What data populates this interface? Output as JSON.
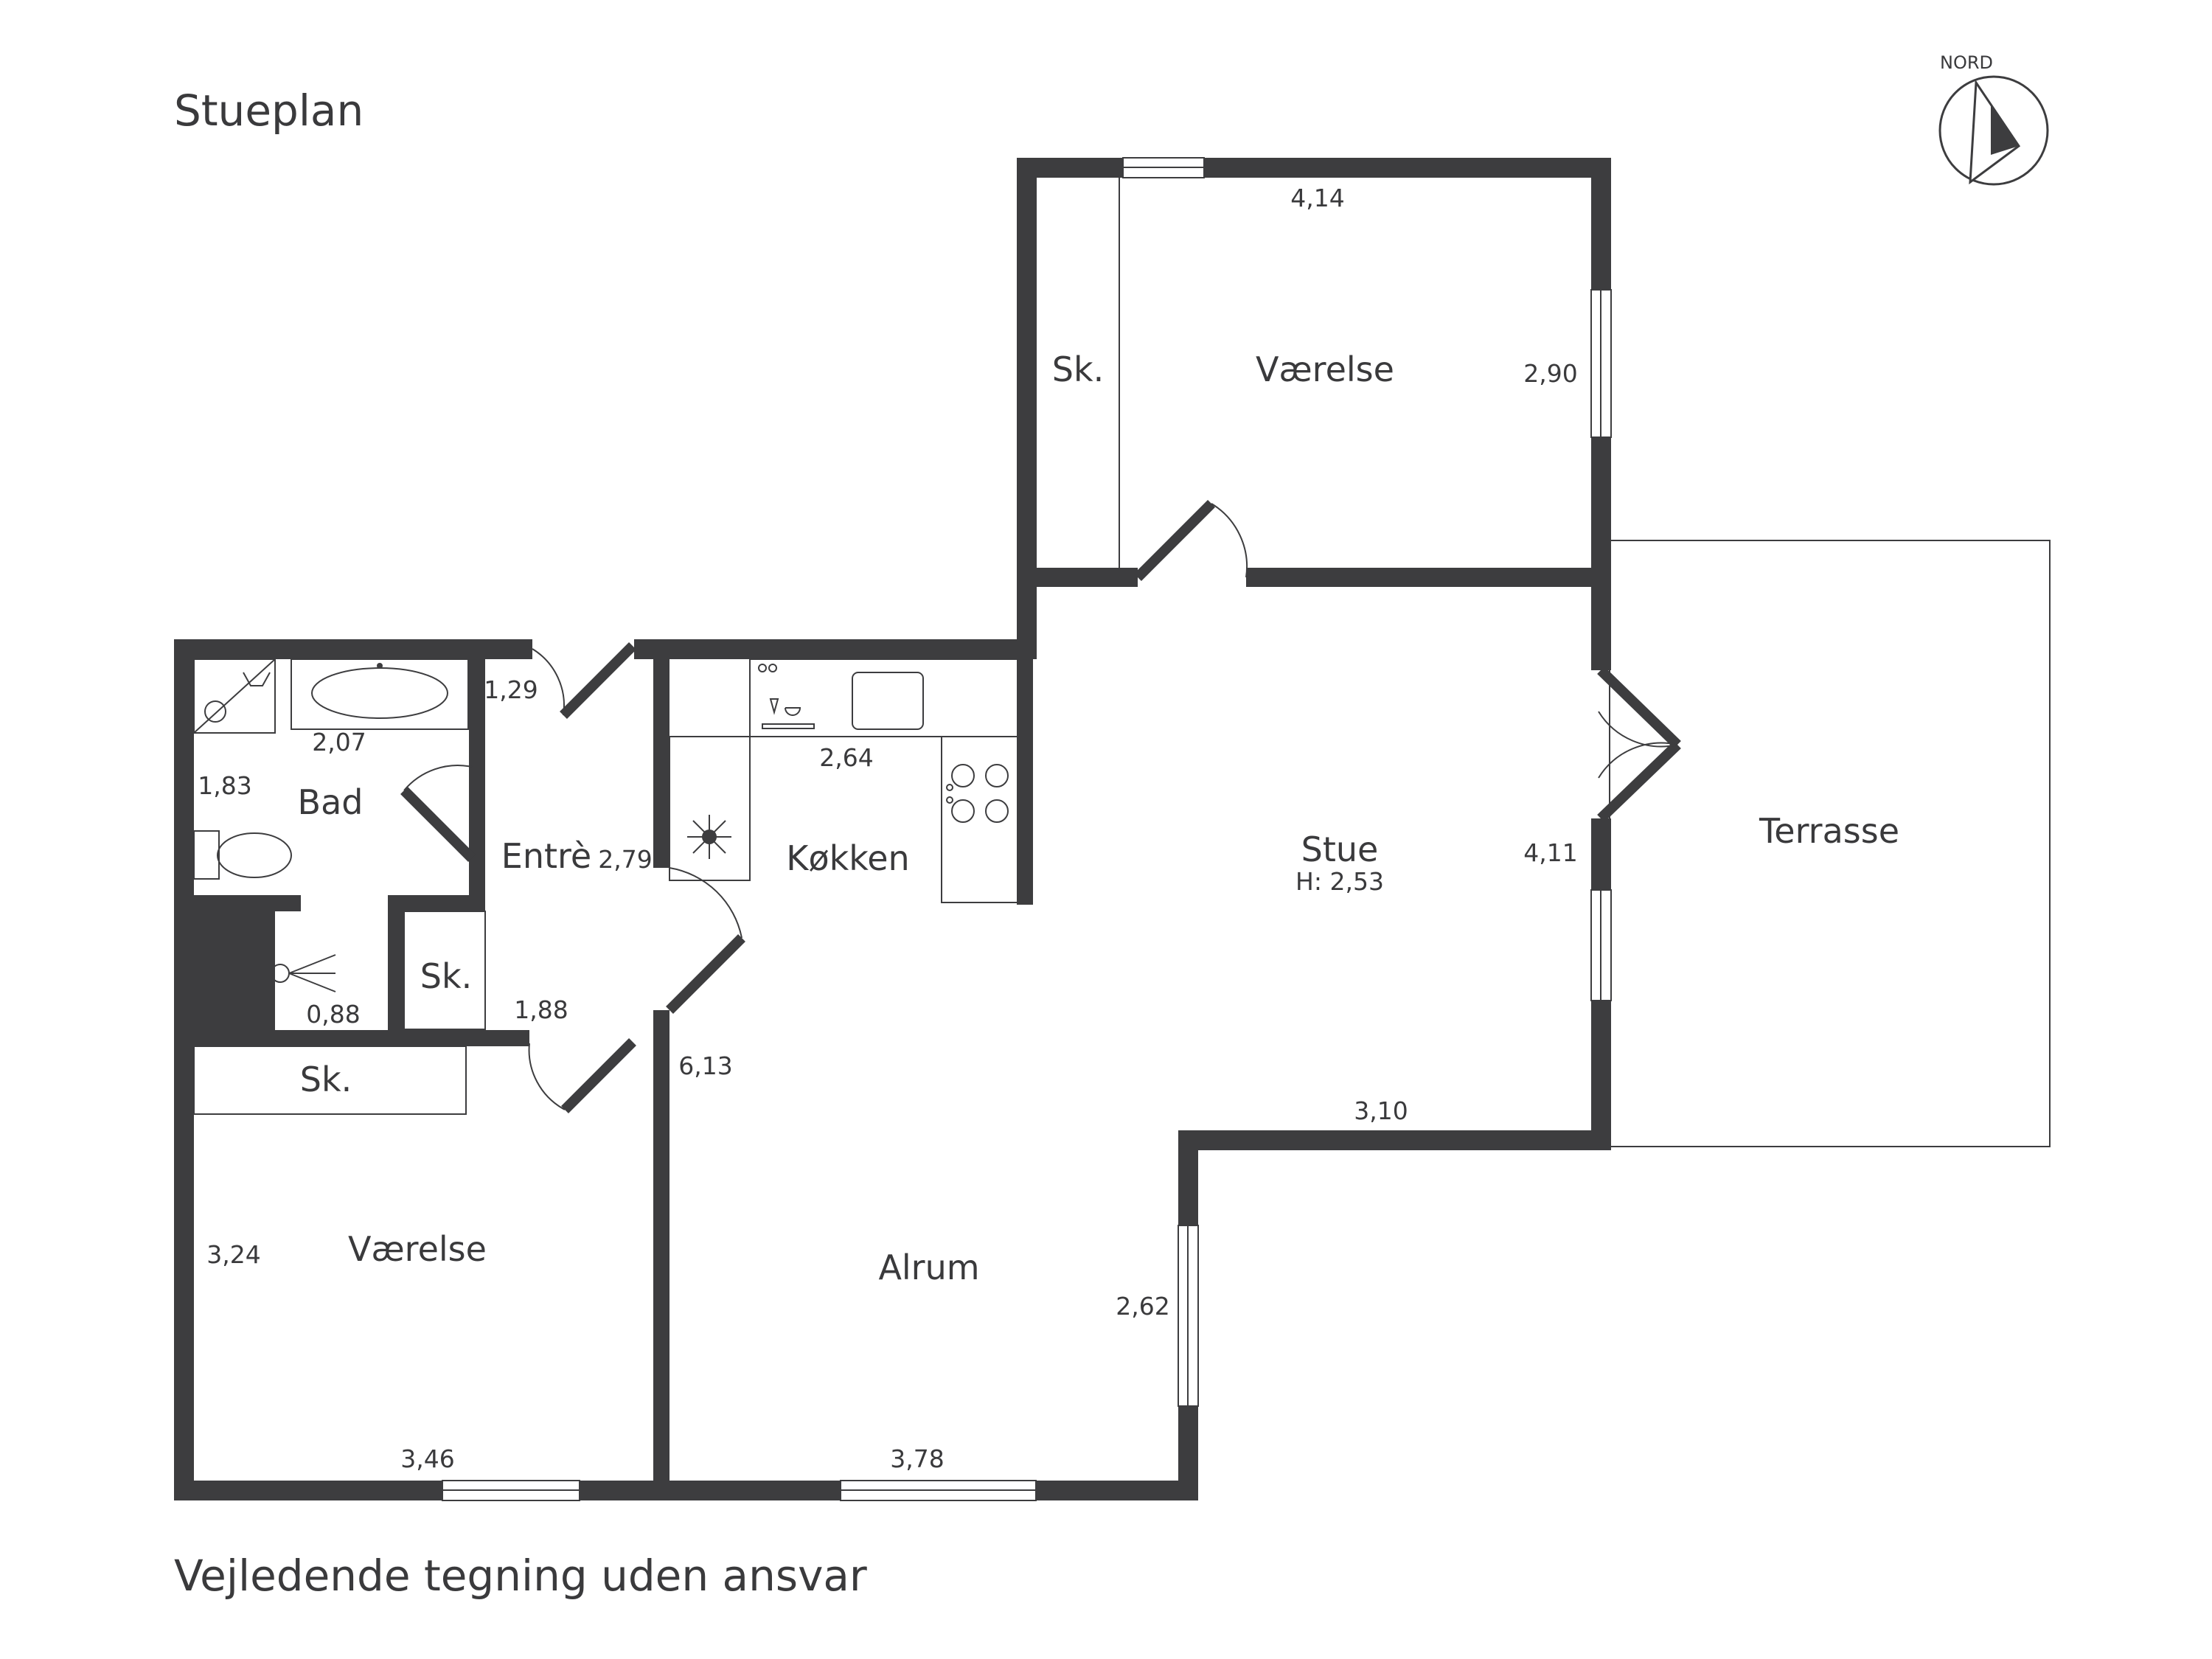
{
  "header": {
    "title": "Stueplan"
  },
  "footer": {
    "disclaimer": "Vejledende tegning uden ansvar"
  },
  "compass": {
    "label": "NORD"
  },
  "rooms": {
    "vaerelse_top": "Værelse",
    "sk_top": "Sk.",
    "stue": "Stue",
    "stue_height": "H: 2,53",
    "terrasse": "Terrasse",
    "koekken": "Køkken",
    "entre": "Entrè",
    "bad": "Bad",
    "sk_mid": "Sk.",
    "sk_bottom": "Sk.",
    "vaerelse_bottom": "Værelse",
    "alrum": "Alrum"
  },
  "dimensions": {
    "d414": "4,14",
    "d290": "2,90",
    "d411": "4,11",
    "d310": "3,10",
    "d264": "2,64",
    "d279": "2,79",
    "d129": "1,29",
    "d207": "2,07",
    "d183": "1,83",
    "d088": "0,88",
    "d188": "1,88",
    "d613": "6,13",
    "d324": "3,24",
    "d346": "3,46",
    "d378": "3,78",
    "d262": "2,62"
  },
  "colors": {
    "wall": "#3d3d3f",
    "background": "#ffffff",
    "text": "#3a3a3c"
  }
}
